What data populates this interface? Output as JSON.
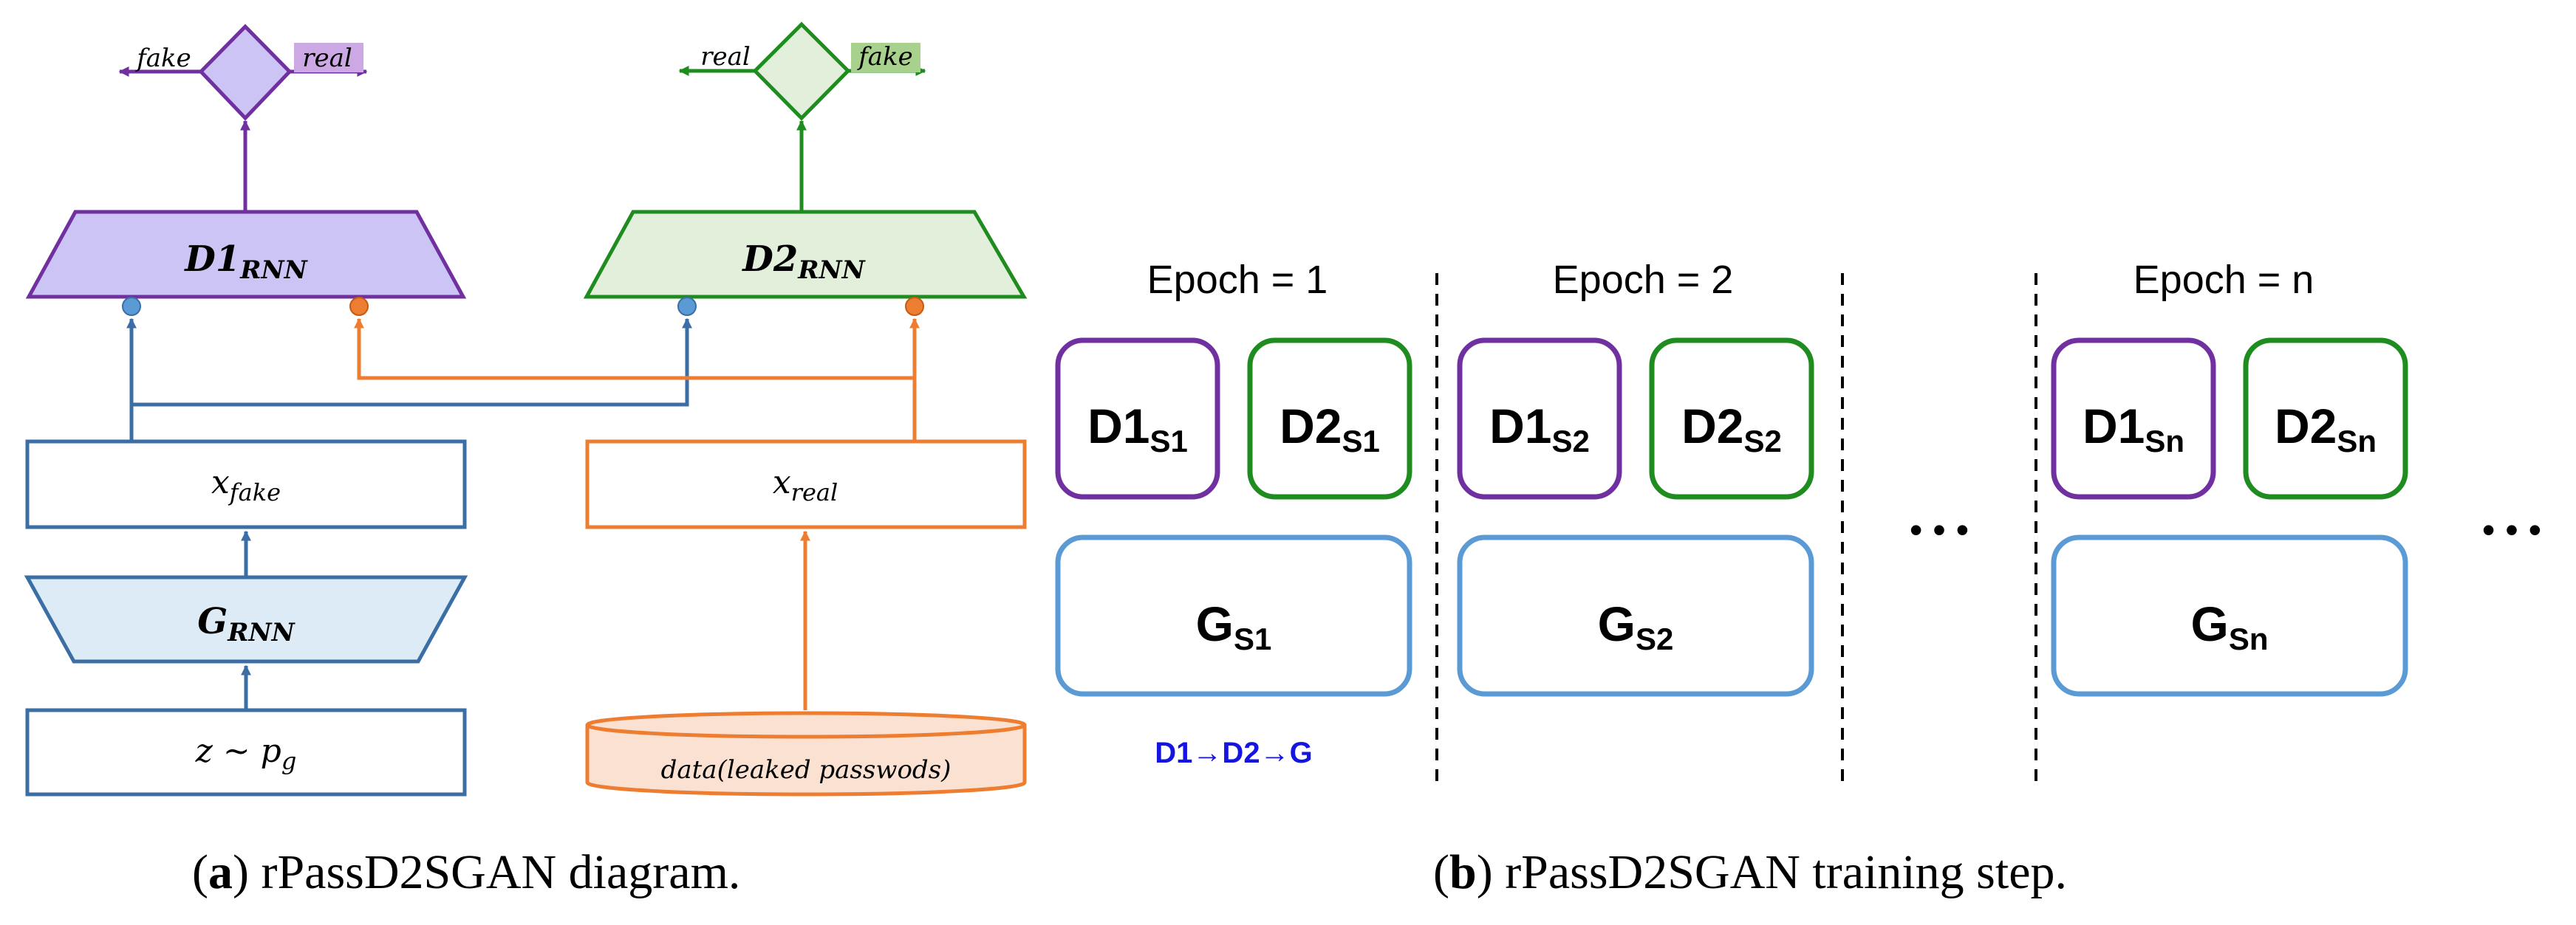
{
  "colors": {
    "purple": "#7030A0",
    "purple_fill": "#CCC4F4",
    "green": "#1E8C1E",
    "green_fill": "#E2EFDA",
    "blue": "#3A6EA5",
    "blue_fill": "#DDEBF7",
    "orange": "#ED7D31",
    "orange_fill": "#FBE1D2",
    "light_blue": "#5B9BD5",
    "order_blue": "#1515E0"
  },
  "diagram_a": {
    "d1_output_left": "fake",
    "d1_output_right": "real",
    "d2_output_left": "real",
    "d2_output_right": "fake",
    "d1_label": "D1",
    "d1_sub": "RNN",
    "d2_label": "D2",
    "d2_sub": "RNN",
    "g_label": "G",
    "g_sub": "RNN",
    "x_fake": "x",
    "x_fake_sub": "fake",
    "x_real": "x",
    "x_real_sub": "real",
    "z_text": "z ~ p",
    "z_sub": "g",
    "data_label": "data(leaked passwods)",
    "caption_letter": "a",
    "caption_text": " rPassD2SGAN diagram."
  },
  "diagram_b": {
    "epochs": [
      {
        "label": "Epoch = 1",
        "d1": "D1",
        "d1_sub": "S1",
        "d2": "D2",
        "d2_sub": "S1",
        "g": "G",
        "g_sub": "S1"
      },
      {
        "label": "Epoch = 2",
        "d1": "D1",
        "d1_sub": "S2",
        "d2": "D2",
        "d2_sub": "S2",
        "g": "G",
        "g_sub": "S2"
      },
      {
        "label": "Epoch = n",
        "d1": "D1",
        "d1_sub": "Sn",
        "d2": "D2",
        "d2_sub": "Sn",
        "g": "G",
        "g_sub": "Sn"
      }
    ],
    "ellipsis": "• • •",
    "training_order": "D1→D2→G",
    "caption_letter": "b",
    "caption_text": " rPassD2SGAN training step."
  }
}
